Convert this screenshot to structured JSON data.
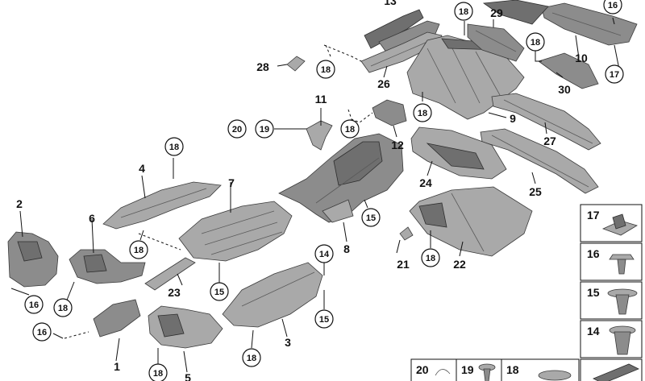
{
  "labels": {
    "l1": "1",
    "l2": "2",
    "l3": "3",
    "l4": "4",
    "l5": "5",
    "l6": "6",
    "l7": "7",
    "l8": "8",
    "l9": "9",
    "l10": "10",
    "l11": "11",
    "l12": "12",
    "l13": "13",
    "l21": "21",
    "l22": "22",
    "l23": "23",
    "l24": "24",
    "l25": "25",
    "l26": "26",
    "l27": "27",
    "l28": "28",
    "l29": "29",
    "l30": "30"
  },
  "circled": {
    "c18": "18",
    "c16": "16",
    "c17": "17",
    "c15": "15",
    "c14": "14",
    "c19": "19",
    "c20": "20"
  },
  "legend": {
    "l17": "17",
    "l16": "16",
    "l15": "15",
    "l14": "14",
    "l20": "20",
    "l19": "19",
    "l18": "18"
  }
}
